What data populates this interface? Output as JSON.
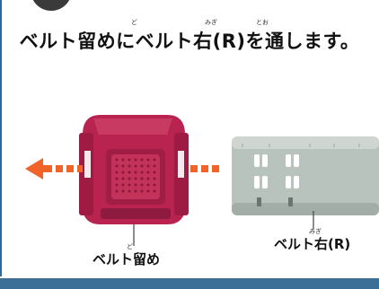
{
  "instruction": {
    "text": "ベルト留めにベルト右(R)を通します。",
    "ruby": {
      "tome": "ど",
      "migi": "みぎ",
      "too": "とお"
    }
  },
  "labels": {
    "belt_clip": "ベルト留め",
    "belt_clip_ruby": "ど",
    "belt_right": "ベルト右(R)",
    "belt_right_ruby": "みぎ"
  },
  "colors": {
    "clip": "#b8234f",
    "arrow": "#f0642a",
    "belt": "#b9c3bd",
    "frame": "#2a6aa6"
  }
}
